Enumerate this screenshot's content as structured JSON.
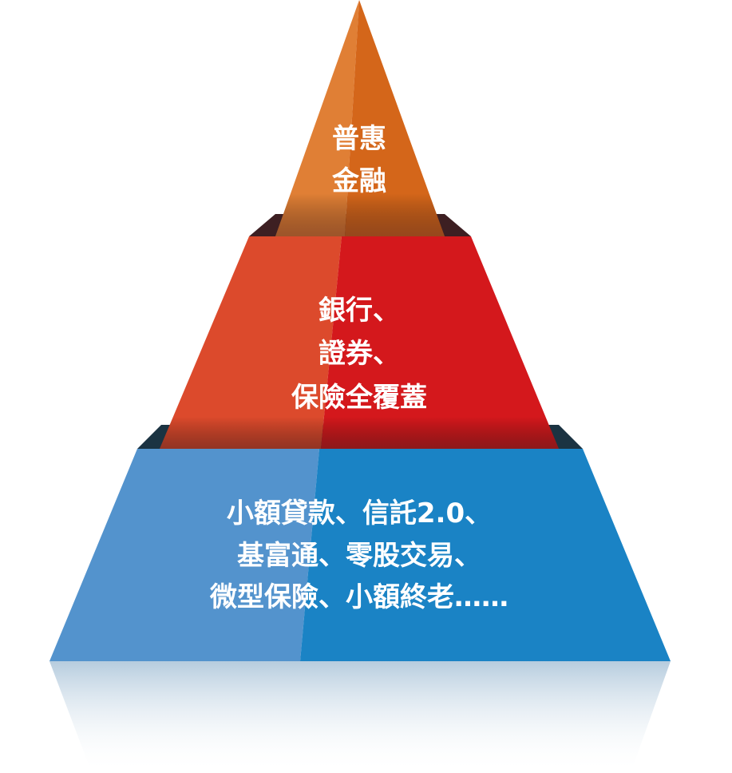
{
  "tiers": {
    "top": {
      "lines": [
        "普惠",
        "金融"
      ],
      "color_left": "#e07f35",
      "color_right": "#d4661a"
    },
    "middle": {
      "lines": [
        "銀行、",
        "證券、",
        "保險全覆蓋"
      ],
      "color_left": "#dc4a2c",
      "color_right": "#d4181c"
    },
    "bottom": {
      "lines": [
        "小額貸款、信託2.0、",
        "基富通、零股交易、",
        "微型保險、小額終老……"
      ],
      "color_left": "#5393cd",
      "color_right": "#1a83c5"
    }
  }
}
